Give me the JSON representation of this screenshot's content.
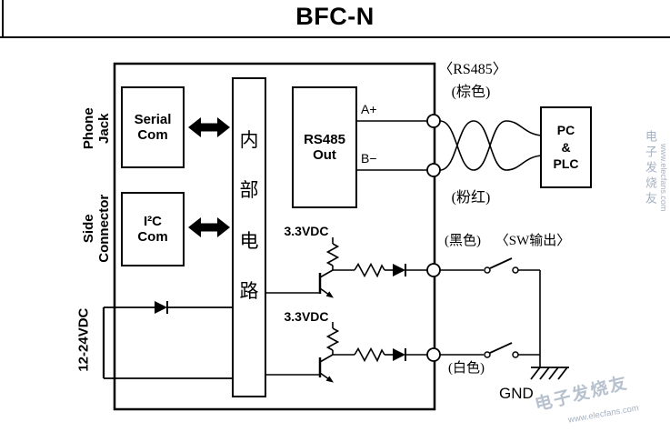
{
  "title": "BFC-N",
  "left": {
    "phone1": "Phone",
    "phone2": "Jack",
    "side1": "Side",
    "side2": "Connector",
    "power": "12-24VDC"
  },
  "blocks": {
    "serial1": "Serial",
    "serial2": "Com",
    "i2c1": "I²C",
    "i2c2": "Com",
    "ic1": "内",
    "ic2": "部",
    "ic3": "电",
    "ic4": "路",
    "rs1": "RS485",
    "rs2": "Out",
    "pc1": "PC",
    "pc2": "&",
    "pc3": "PLC"
  },
  "signals": {
    "a": "A+",
    "b": "B−",
    "rs485_tag": "〈RS485〉",
    "brown": "(棕色)",
    "pink": "(粉红)",
    "black": "(黑色)",
    "sw_tag": "〈SW输出〉",
    "white": "(白色)",
    "vdc_upper": "3.3VDC",
    "vdc_lower": "3.3VDC",
    "gnd": "GND"
  },
  "watermarks": {
    "brand": "电子发烧友",
    "url": "www.elecfans.com"
  },
  "colors": {
    "line": "#000000",
    "background": "#ffffff",
    "watermark": "#a6b2c2"
  }
}
